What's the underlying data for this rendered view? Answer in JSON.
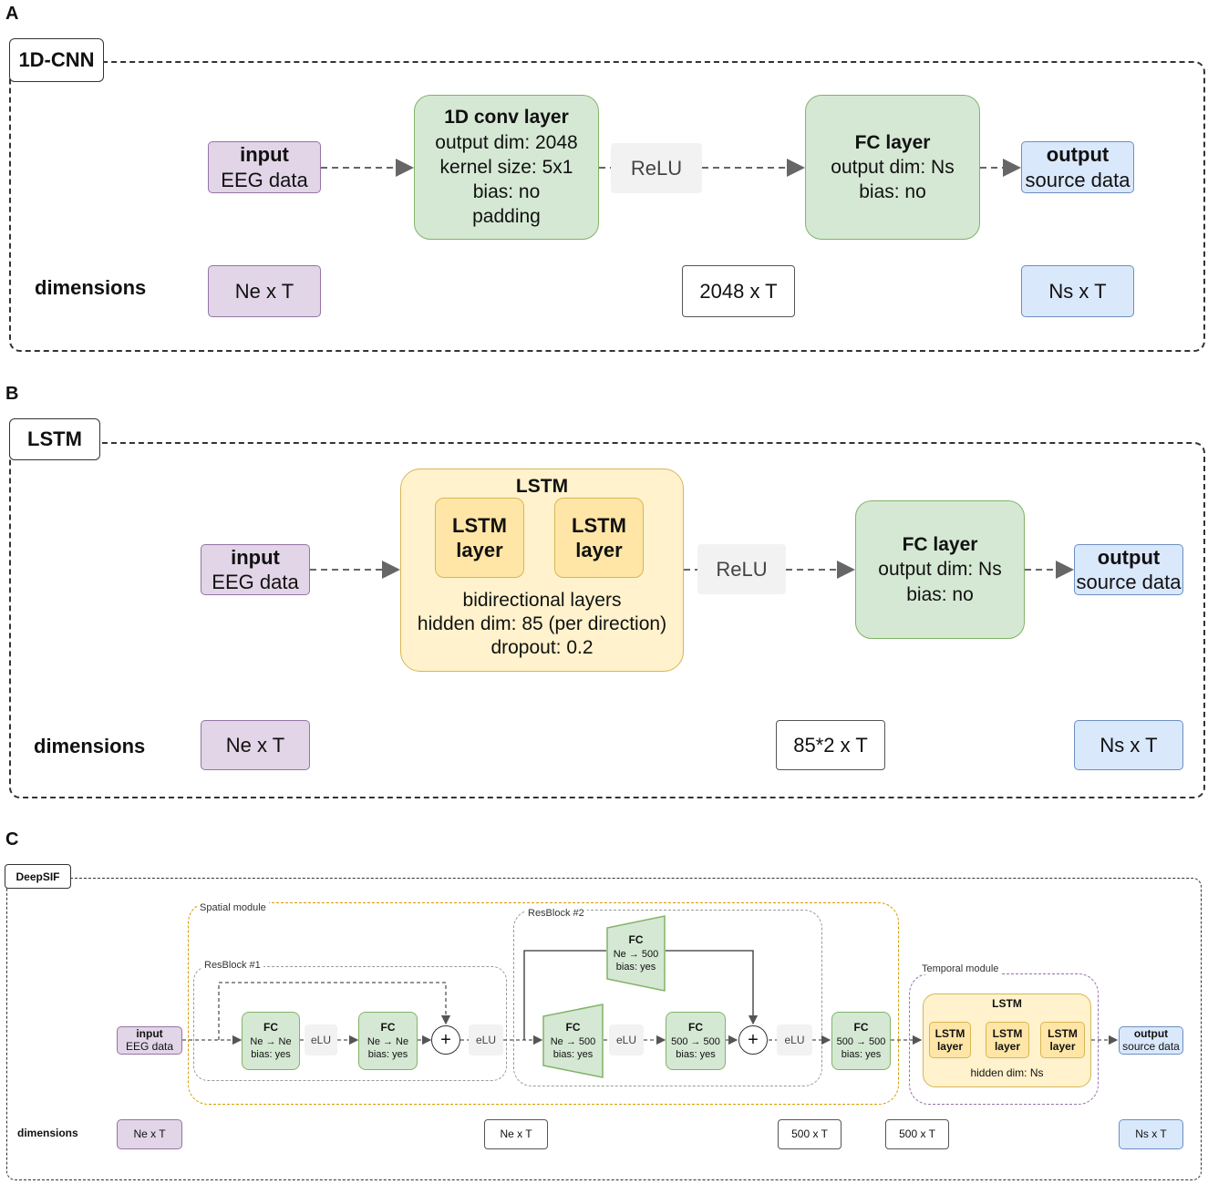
{
  "panelA": {
    "letter": "A",
    "tag": "1D-CNN",
    "input": {
      "title": "input",
      "sub": "EEG data"
    },
    "conv": {
      "title": "1D conv layer",
      "l1": "output dim: 2048",
      "l2": "kernel size: 5x1",
      "l3": "bias: no",
      "l4": "padding"
    },
    "relu": "ReLU",
    "fc": {
      "title": "FC layer",
      "l1": "output dim: Ns",
      "l2": "bias: no"
    },
    "output": {
      "title": "output",
      "sub": "source data"
    },
    "dimensions_label": "dimensions",
    "dims": [
      "Ne x T",
      "2048 x T",
      "Ns x T"
    ]
  },
  "panelB": {
    "letter": "B",
    "tag": "LSTM",
    "input": {
      "title": "input",
      "sub": "EEG data"
    },
    "lstm": {
      "title": "LSTM",
      "layer1": "LSTM\nlayer",
      "layer2": "LSTM\nlayer",
      "l1": "bidirectional layers",
      "l2": "hidden dim: 85 (per direction)",
      "l3": "dropout: 0.2"
    },
    "relu": "ReLU",
    "fc": {
      "title": "FC layer",
      "l1": "output dim: Ns",
      "l2": "bias: no"
    },
    "output": {
      "title": "output",
      "sub": "source data"
    },
    "dimensions_label": "dimensions",
    "dims": [
      "Ne x T",
      "85*2 x T",
      "Ns x T"
    ]
  },
  "panelC": {
    "letter": "C",
    "tag": "DeepSIF",
    "spatial_label": "Spatial module",
    "resblock1_label": "ResBlock #1",
    "resblock2_label": "ResBlock #2",
    "temporal_label": "Temporal module",
    "input": {
      "title": "input",
      "sub": "EEG data"
    },
    "fc1": {
      "title": "FC",
      "l1": "Ne → Ne",
      "l2": "bias: yes"
    },
    "fc2": {
      "title": "FC",
      "l1": "Ne → Ne",
      "l2": "bias: yes"
    },
    "fc3": {
      "title": "FC",
      "l1": "Ne → 500",
      "l2": "bias: yes"
    },
    "fc4": {
      "title": "FC",
      "l1": "500 → 500",
      "l2": "bias: yes"
    },
    "fc5": {
      "title": "FC",
      "l1": "500 → 500",
      "l2": "bias: yes"
    },
    "fc_skip": {
      "title": "FC",
      "l1": "Ne → 500",
      "l2": "bias: yes"
    },
    "elu": "eLU",
    "plus": "+",
    "lstm": {
      "title": "LSTM",
      "layer": "LSTM\nlayer",
      "hidden": "hidden dim: Ns"
    },
    "output": {
      "title": "output",
      "sub": "source data"
    },
    "dimensions_label": "dimensions",
    "dims": [
      "Ne x T",
      "Ne x T",
      "500 x T",
      "500 x T",
      "Ns x T"
    ]
  }
}
